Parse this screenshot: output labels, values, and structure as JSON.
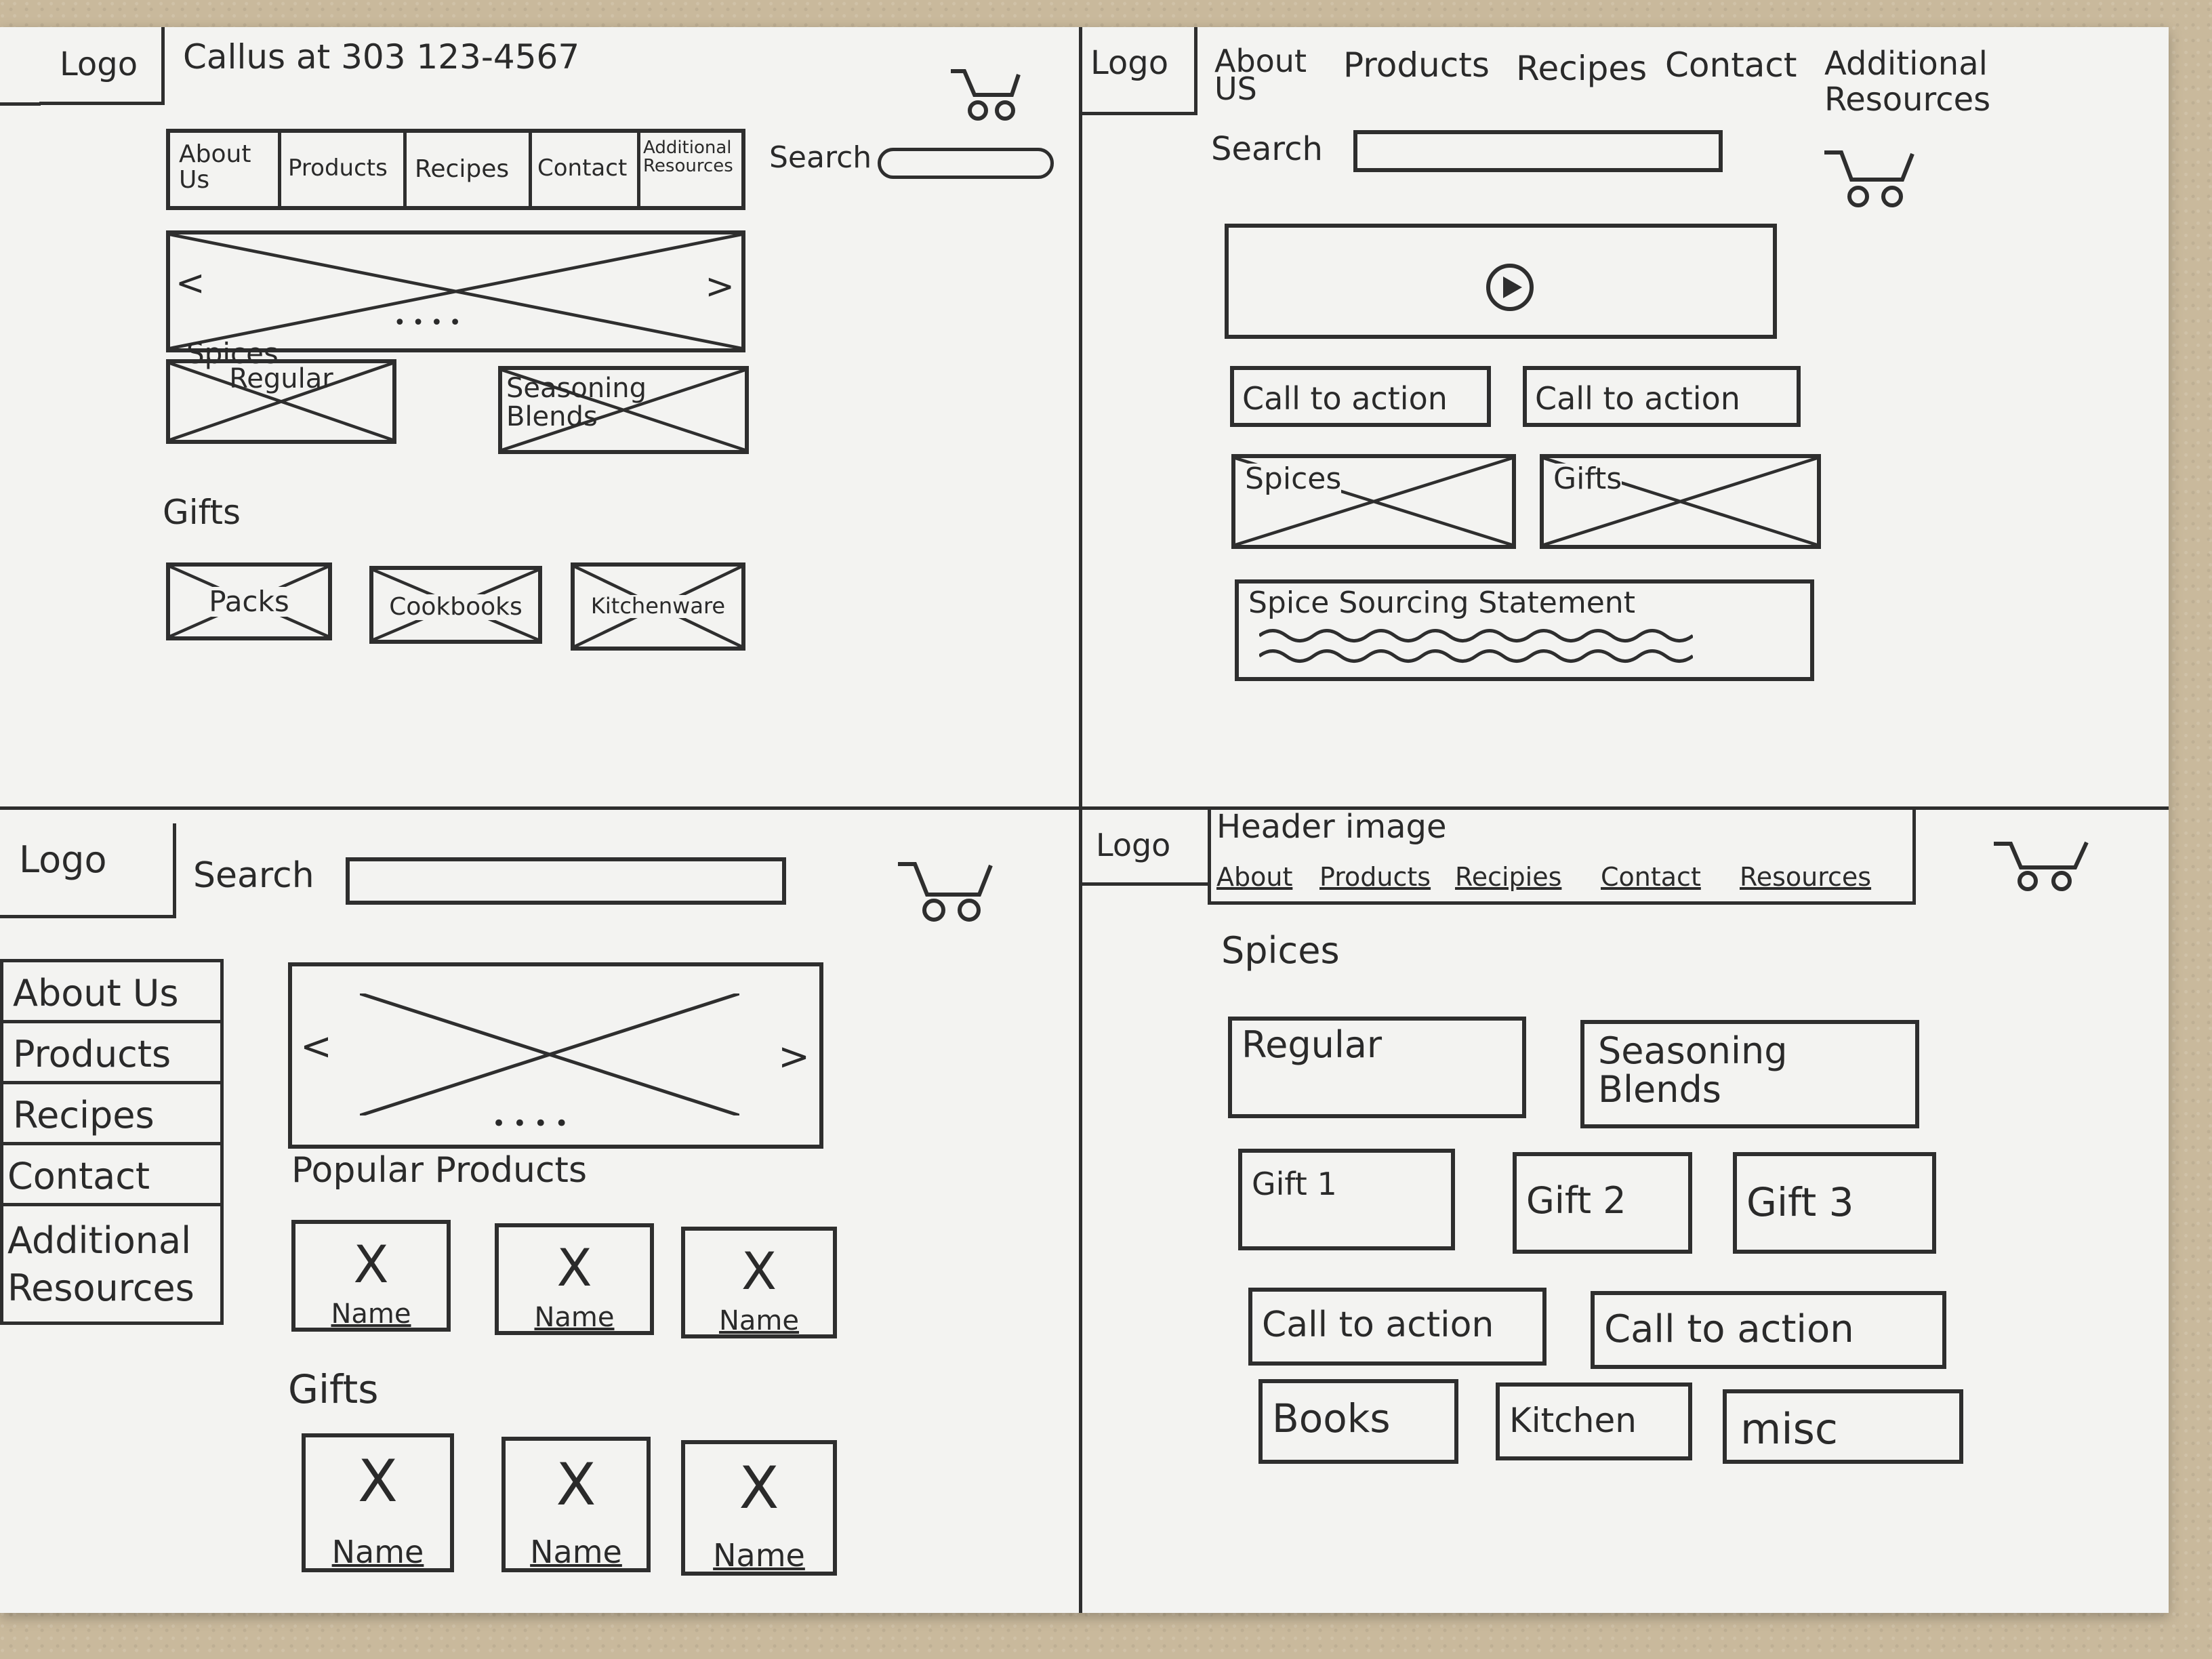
{
  "q1": {
    "logo": "Logo",
    "phone": "Callus at  303 123-4567",
    "nav": [
      "About Us",
      "Products",
      "Recipes",
      "Contact",
      "Additional Resources"
    ],
    "search_label": "Search",
    "carousel": {
      "prev": "<",
      "next": ">",
      "dots": "• • • •"
    },
    "spices_heading": "Spices",
    "spice_items": [
      "Regular",
      "Seasoning Blends"
    ],
    "gifts_heading": "Gifts",
    "gift_items": [
      "Packs",
      "Cookbooks",
      "Kitchenware"
    ]
  },
  "q2": {
    "logo": "Logo",
    "nav": [
      "About US",
      "Products",
      "Recipes",
      "Contact",
      "Additional Resources"
    ],
    "search_label": "Search",
    "cta": [
      "Call to action",
      "Call to action"
    ],
    "tiles": [
      "Spices",
      "Gifts"
    ],
    "statement": "Spice Sourcing Statement"
  },
  "q3": {
    "logo": "Logo",
    "search_label": "Search",
    "sidebar": [
      "About Us",
      "Products",
      "Recipes",
      "Contact",
      "Additional Resources"
    ],
    "carousel": {
      "prev": "<",
      "next": ">",
      "dots": "• • • •"
    },
    "popular_heading": "Popular Products",
    "popular_items": [
      "Name",
      "Name",
      "Name"
    ],
    "gifts_heading": "Gifts",
    "gift_items": [
      "Name",
      "Name",
      "Name"
    ],
    "x_mark": "X"
  },
  "q4": {
    "logo": "Logo",
    "header_image": "Header image",
    "nav": [
      "About",
      "Products",
      "Recipies",
      "Contact",
      "Resources"
    ],
    "spices_heading": "Spices",
    "spice_items": [
      "Regular",
      "Seasoning Blends"
    ],
    "gift_items": [
      "Gift 1",
      "Gift 2",
      "Gift 3"
    ],
    "cta": [
      "Call to action",
      "Call to action"
    ],
    "bottom_items": [
      "Books",
      "Kitchen",
      "misc"
    ]
  }
}
